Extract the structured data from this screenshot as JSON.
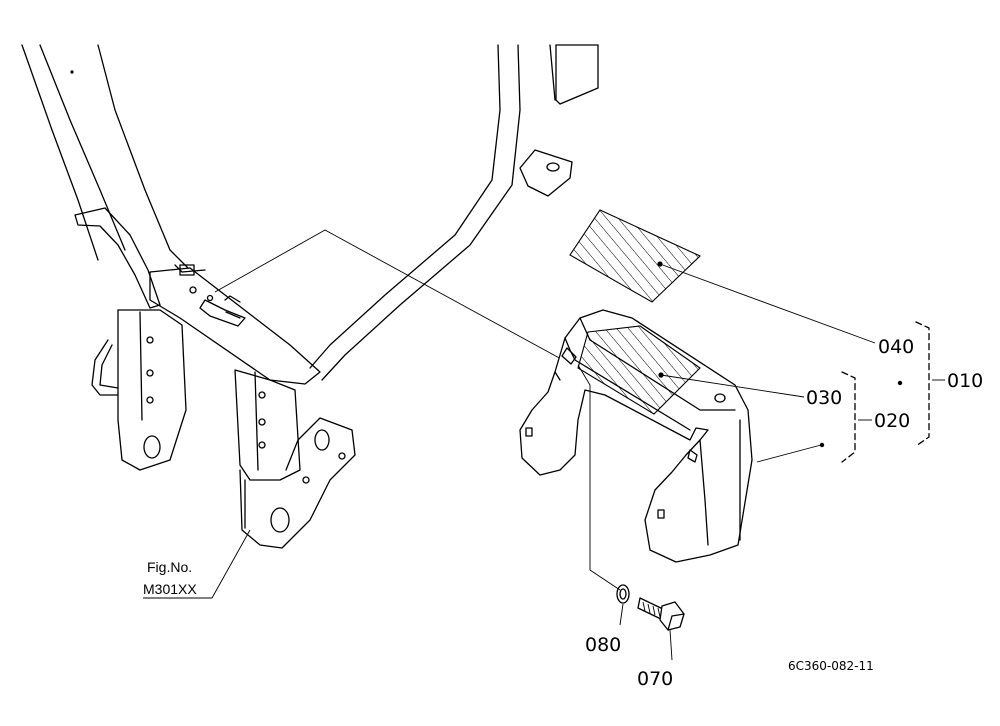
{
  "parts": {
    "p010": "010",
    "p020": "020",
    "p030": "030",
    "p040": "040",
    "p070": "070",
    "p080": "080"
  },
  "figure_reference": {
    "line1": "Fig.No.",
    "line2": "M301XX"
  },
  "drawing_code": "6C360-082-11"
}
